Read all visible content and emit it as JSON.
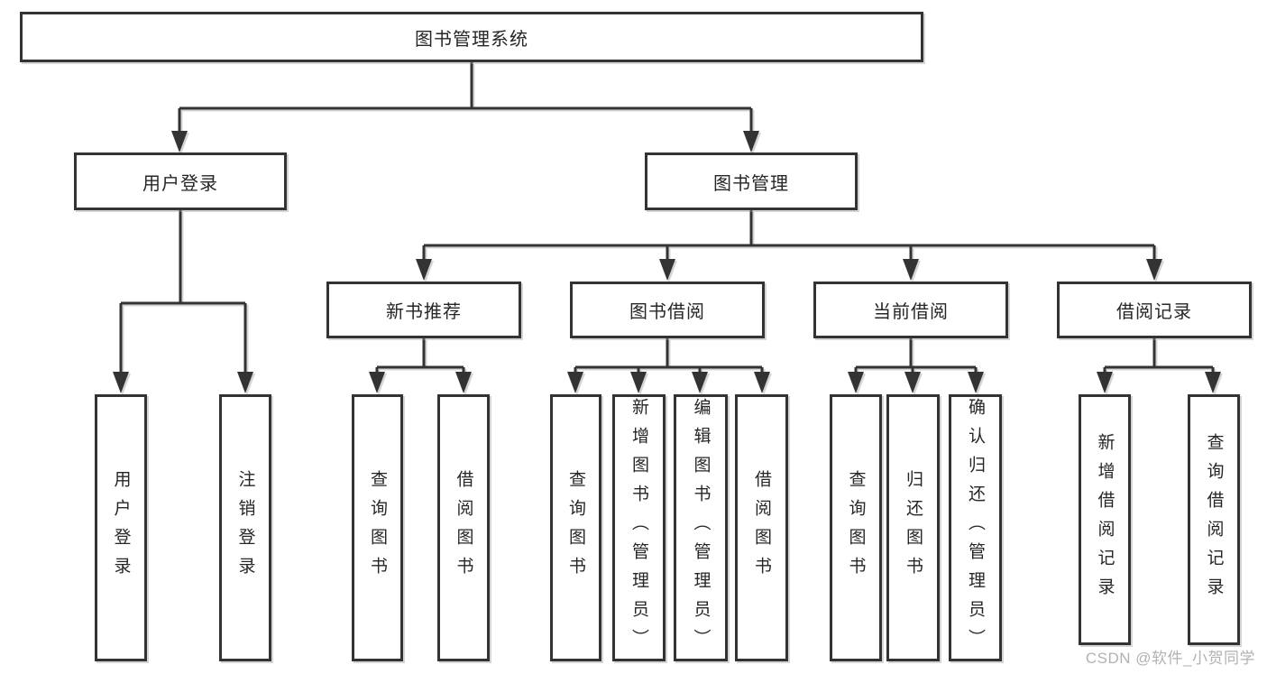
{
  "diagram": {
    "title_root": "图书管理系统",
    "branches": [
      {
        "label": "用户登录",
        "children": [
          "用户登录",
          "注销登录"
        ]
      },
      {
        "label": "图书管理",
        "sections": [
          {
            "label": "新书推荐",
            "children": [
              "查询图书",
              "借阅图书"
            ]
          },
          {
            "label": "图书借阅",
            "children": [
              "查询图书",
              "新增图书（管理员）",
              "编辑图书（管理员）",
              "借阅图书"
            ]
          },
          {
            "label": "当前借阅",
            "children": [
              "查询图书",
              "归还图书",
              "确认归还（管理员）"
            ]
          },
          {
            "label": "借阅记录",
            "children": [
              "新增借阅记录",
              "查询借阅记录"
            ]
          }
        ]
      }
    ]
  },
  "watermark": {
    "text": "CSDN @软件_小贺同学",
    "color": "#b2b2b2"
  },
  "colors": {
    "line": "#333333",
    "box_border": "#333333",
    "text": "#262626",
    "background": "#ffffff"
  }
}
